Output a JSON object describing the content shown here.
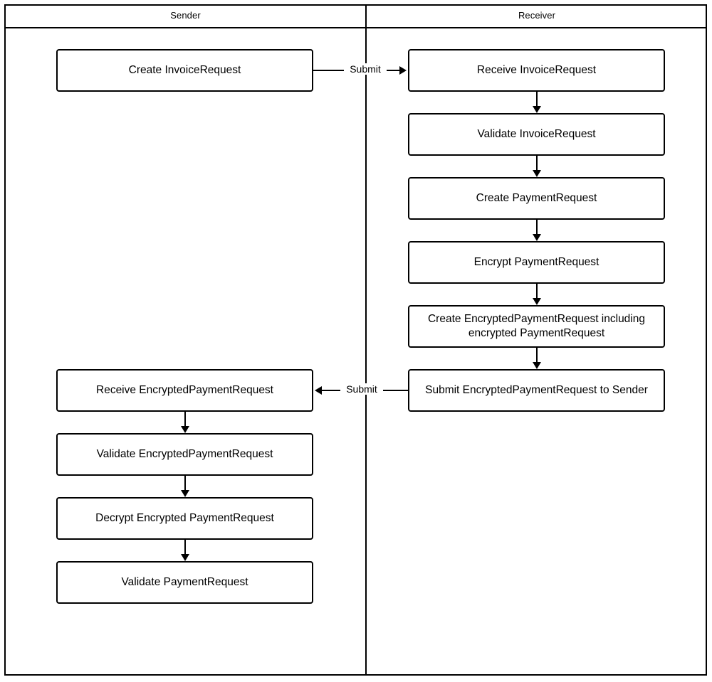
{
  "diagram": {
    "type": "swimlane-flowchart",
    "lanes": [
      {
        "id": "sender",
        "title": "Sender"
      },
      {
        "id": "receiver",
        "title": "Receiver"
      }
    ],
    "nodes": [
      {
        "id": "n1",
        "lane": "sender",
        "label": "Create InvoiceRequest"
      },
      {
        "id": "n2",
        "lane": "receiver",
        "label": "Receive InvoiceRequest"
      },
      {
        "id": "n3",
        "lane": "receiver",
        "label": "Validate InvoiceRequest"
      },
      {
        "id": "n4",
        "lane": "receiver",
        "label": "Create PaymentRequest"
      },
      {
        "id": "n5",
        "lane": "receiver",
        "label": "Encrypt PaymentRequest"
      },
      {
        "id": "n6",
        "lane": "receiver",
        "label": "Create EncryptedPaymentRequest including encrypted PaymentRequest"
      },
      {
        "id": "n7",
        "lane": "receiver",
        "label": "Submit EncryptedPaymentRequest to Sender"
      },
      {
        "id": "n8",
        "lane": "sender",
        "label": "Receive EncryptedPaymentRequest"
      },
      {
        "id": "n9",
        "lane": "sender",
        "label": "Validate EncryptedPaymentRequest"
      },
      {
        "id": "n10",
        "lane": "sender",
        "label": "Decrypt Encrypted PaymentRequest"
      },
      {
        "id": "n11",
        "lane": "sender",
        "label": "Validate PaymentRequest"
      }
    ],
    "edges": [
      {
        "id": "e1",
        "from": "n1",
        "to": "n2",
        "label": "Submit",
        "direction": "right"
      },
      {
        "id": "e2",
        "from": "n2",
        "to": "n3",
        "label": "",
        "direction": "down"
      },
      {
        "id": "e3",
        "from": "n3",
        "to": "n4",
        "label": "",
        "direction": "down"
      },
      {
        "id": "e4",
        "from": "n4",
        "to": "n5",
        "label": "",
        "direction": "down"
      },
      {
        "id": "e5",
        "from": "n5",
        "to": "n6",
        "label": "",
        "direction": "down"
      },
      {
        "id": "e6",
        "from": "n6",
        "to": "n7",
        "label": "",
        "direction": "down"
      },
      {
        "id": "e7",
        "from": "n7",
        "to": "n8",
        "label": "Submit",
        "direction": "left"
      },
      {
        "id": "e8",
        "from": "n8",
        "to": "n9",
        "label": "",
        "direction": "down"
      },
      {
        "id": "e9",
        "from": "n9",
        "to": "n10",
        "label": "",
        "direction": "down"
      },
      {
        "id": "e10",
        "from": "n10",
        "to": "n11",
        "label": "",
        "direction": "down"
      }
    ],
    "colors": {
      "stroke": "#000000",
      "fill": "#ffffff",
      "text": "#000000"
    }
  }
}
